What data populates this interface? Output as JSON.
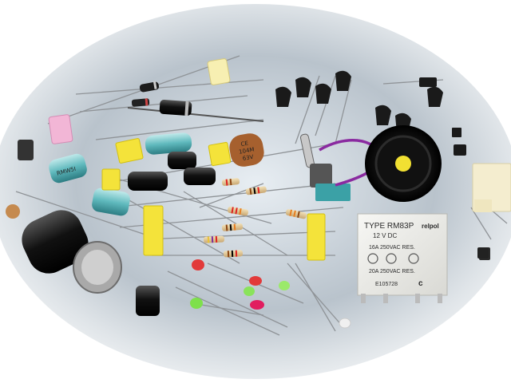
{
  "relay": {
    "type_line": "TYPE RM83P",
    "brand": "relpol",
    "voltage": "12 V DC",
    "rating_1": "16A 250VAC RES.",
    "rating_2": "20A 250VAC RES.",
    "cert_code": "E105728"
  },
  "capacitor_marking": {
    "line_1": "CE",
    "line_2": "104M",
    "line_3": "63V"
  },
  "electrolytic_label": "RMW5I"
}
